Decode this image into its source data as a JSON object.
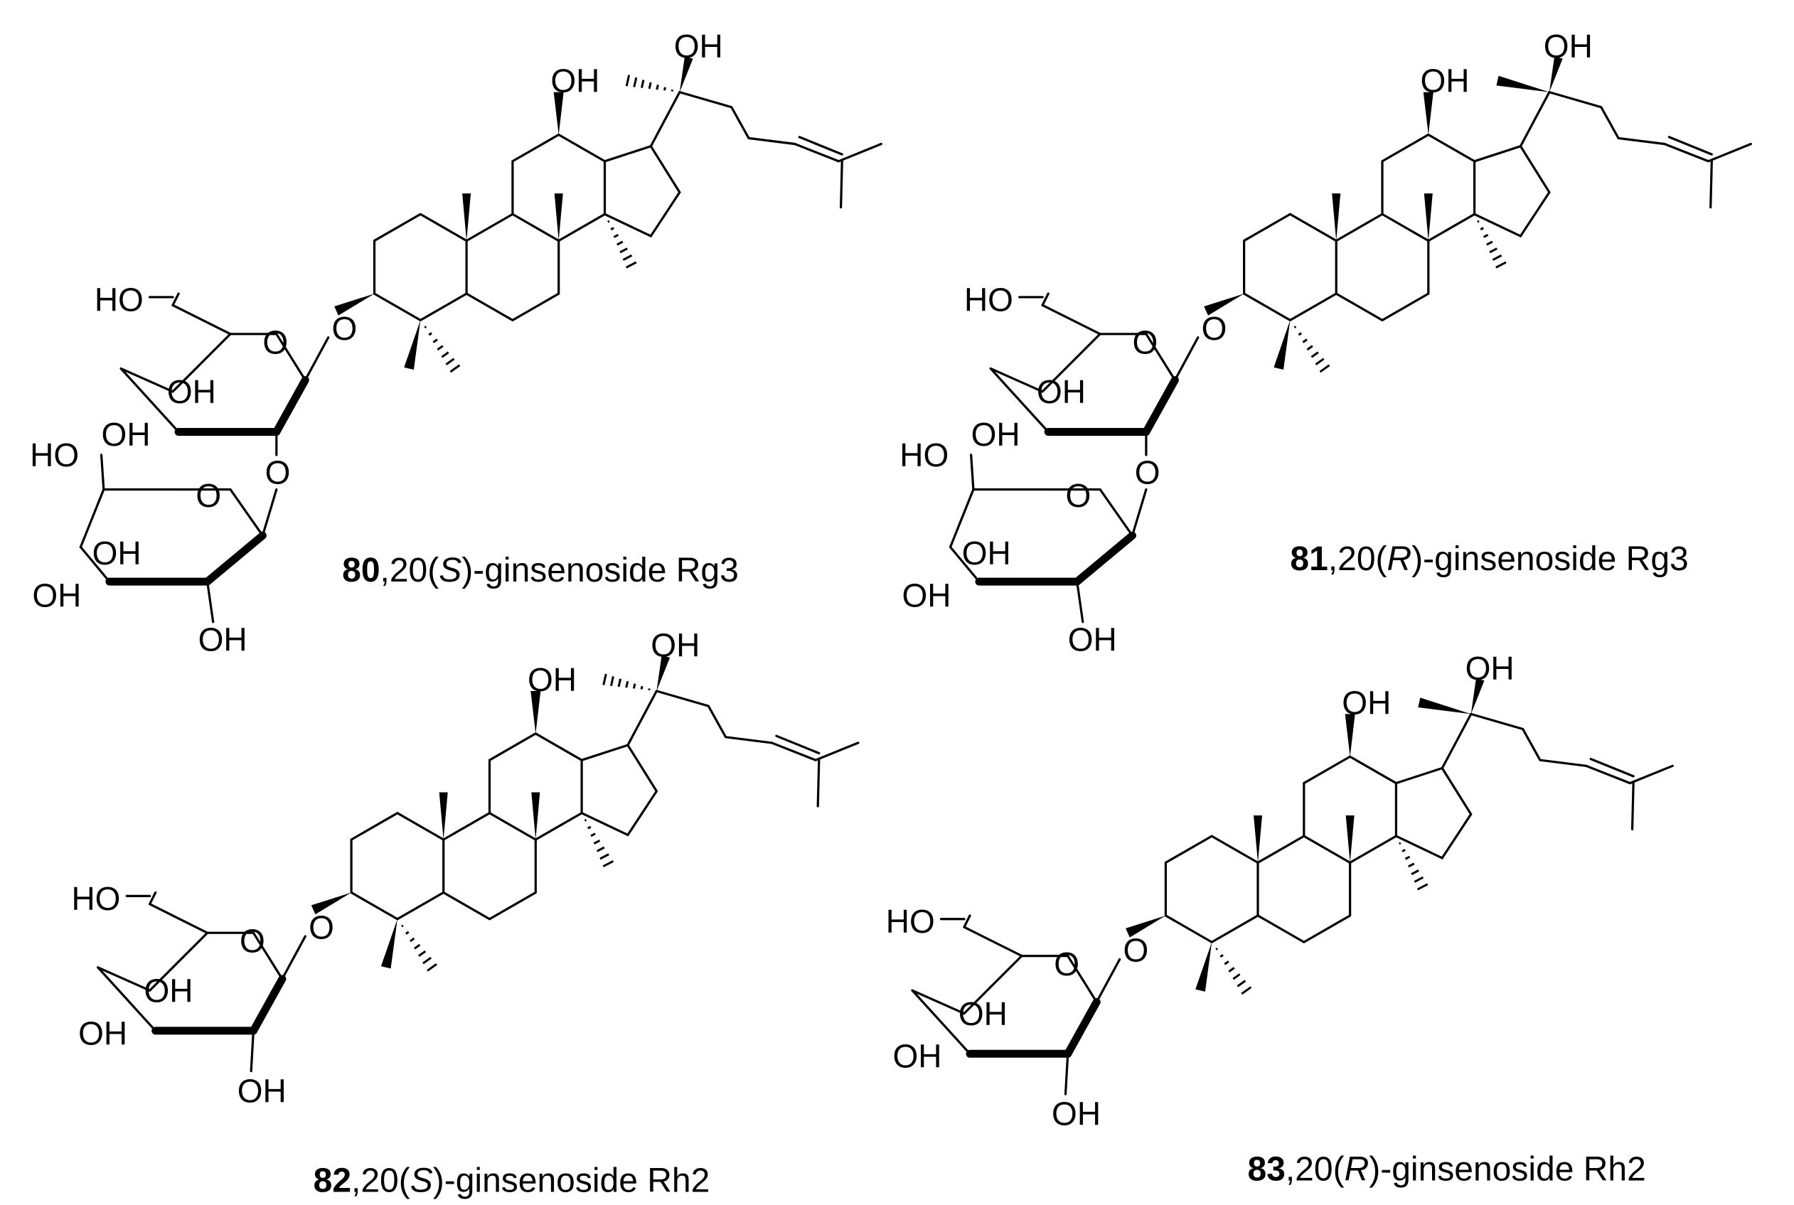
{
  "compounds": [
    {
      "number": "80",
      "name_prefix": ",20(",
      "stereo": "S",
      "name_suffix": ")-ginsenoside Rg3",
      "c20": "S",
      "sugars": 2
    },
    {
      "number": "81",
      "name_prefix": ",20(",
      "stereo": "R",
      "name_suffix": ")-ginsenoside Rg3",
      "c20": "R",
      "sugars": 2
    },
    {
      "number": "82",
      "name_prefix": ",20(",
      "stereo": "S",
      "name_suffix": ")-ginsenoside Rh2",
      "c20": "S",
      "sugars": 1
    },
    {
      "number": "83",
      "name_prefix": ",20(",
      "stereo": "R",
      "name_suffix": ")-ginsenoside Rh2",
      "c20": "R",
      "sugars": 1
    }
  ],
  "atom_labels": {
    "hydroxyl": "OH",
    "hydroxyl_left": "HO",
    "oxygen": "O"
  }
}
